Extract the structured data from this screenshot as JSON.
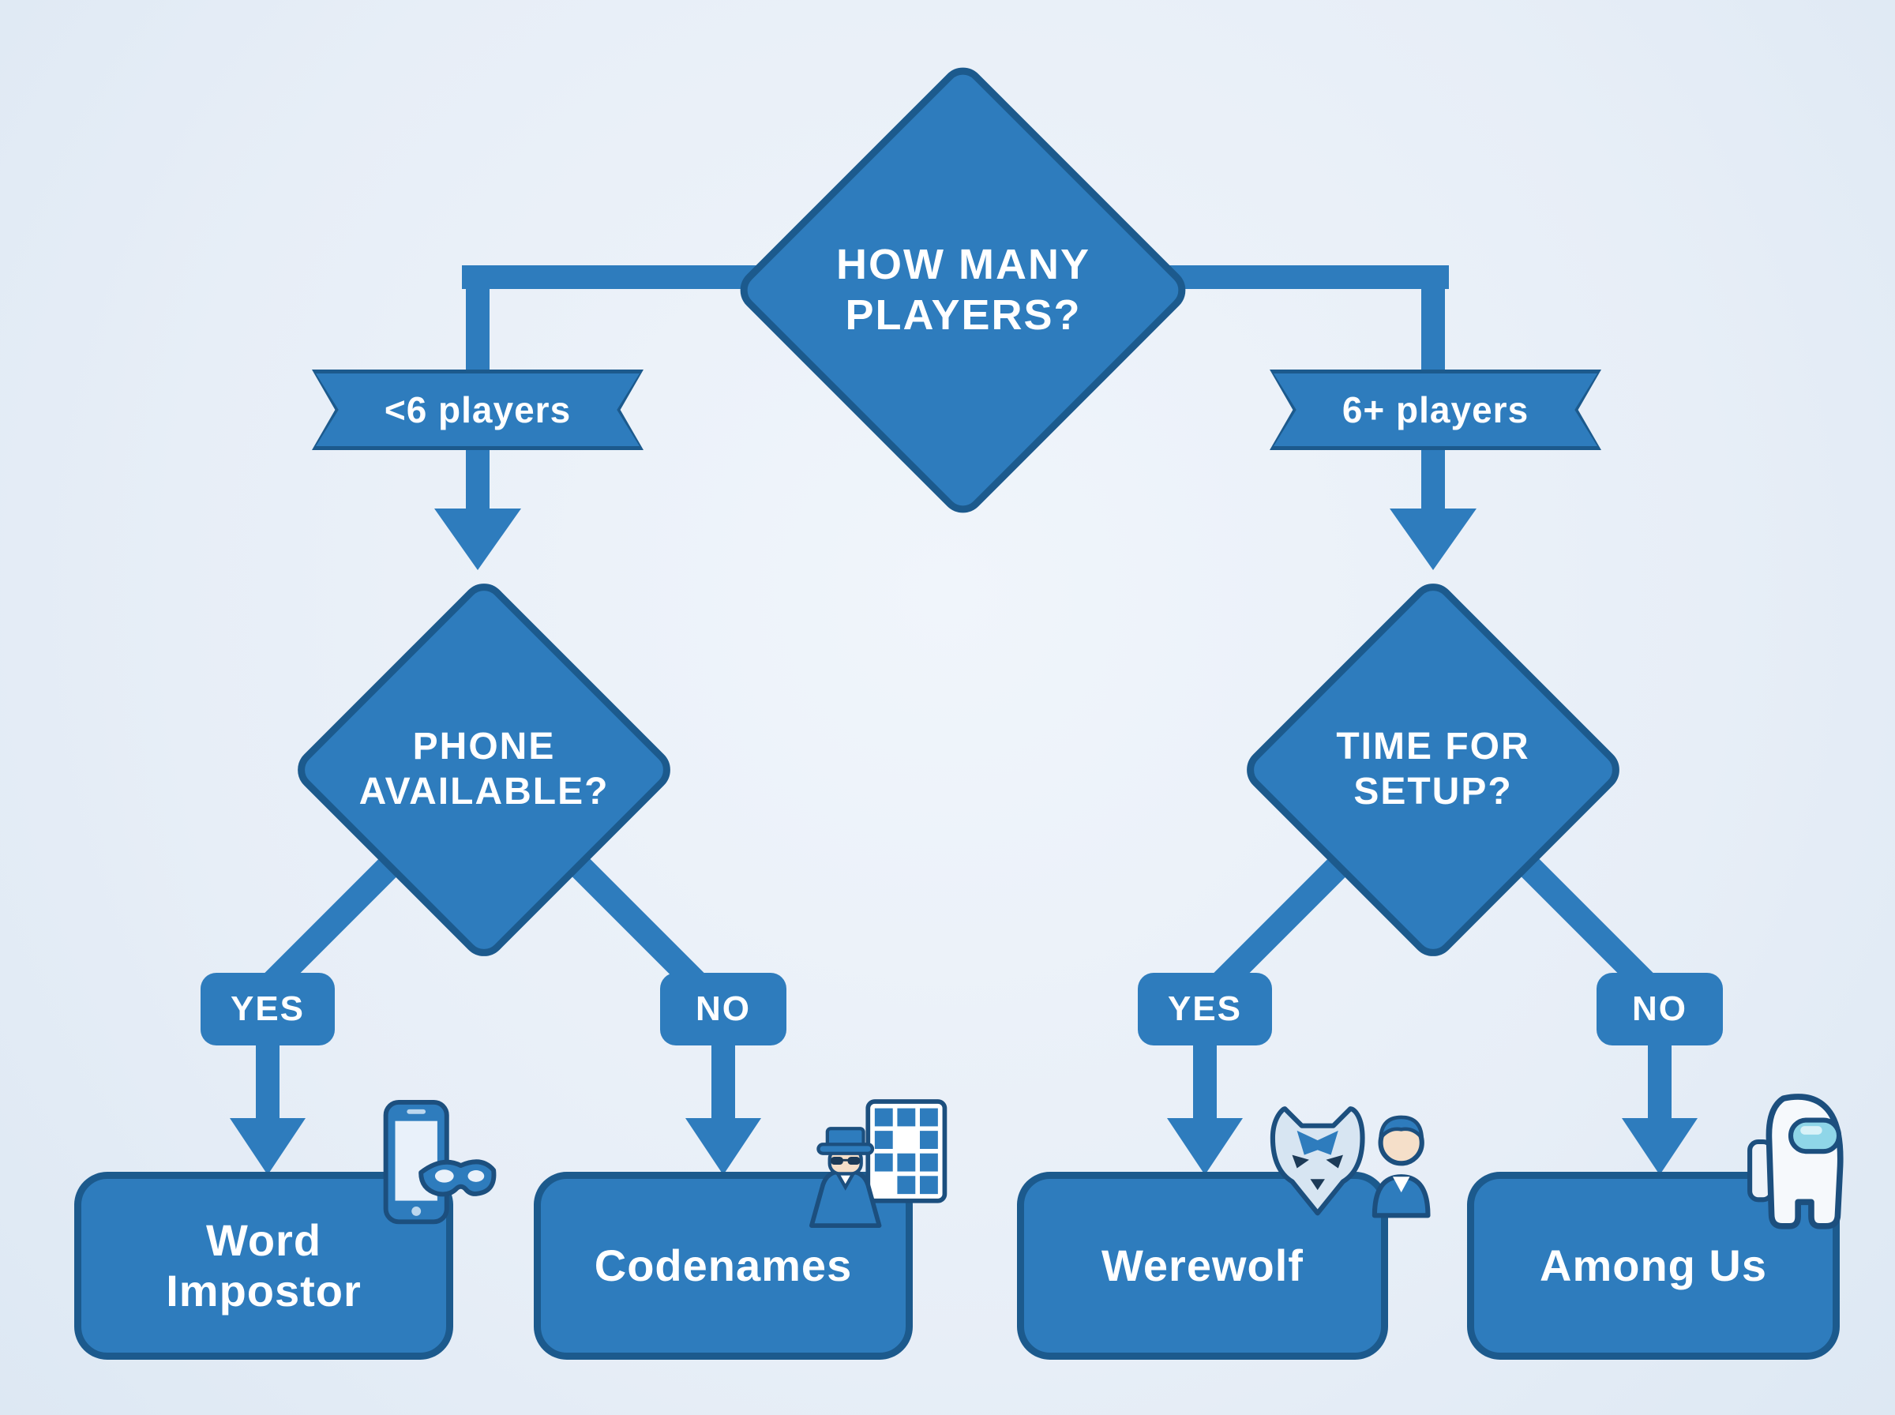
{
  "palette": {
    "background": "#e7eef7",
    "node_fill": "#2e7cbd",
    "node_border": "#1c5a8d",
    "connector": "#2e7cbd",
    "text": "#ffffff"
  },
  "title_node": {
    "question": "HOW MANY PLAYERS?"
  },
  "left_branch": {
    "condition_label": "<6 players",
    "question": "PHONE AVAILABLE?",
    "yes_label": "YES",
    "no_label": "NO",
    "yes_result": "Word Impostor",
    "no_result": "Codenames",
    "yes_icon": "phone-mask-icon",
    "no_icon": "spy-codenames-grid-icon"
  },
  "right_branch": {
    "condition_label": "6+ players",
    "question": "TIME FOR SETUP?",
    "yes_label": "YES",
    "no_label": "NO",
    "yes_result": "Werewolf",
    "no_result": "Among Us",
    "yes_icon": "wolf-person-icon",
    "no_icon": "among-us-crewmate-icon"
  }
}
